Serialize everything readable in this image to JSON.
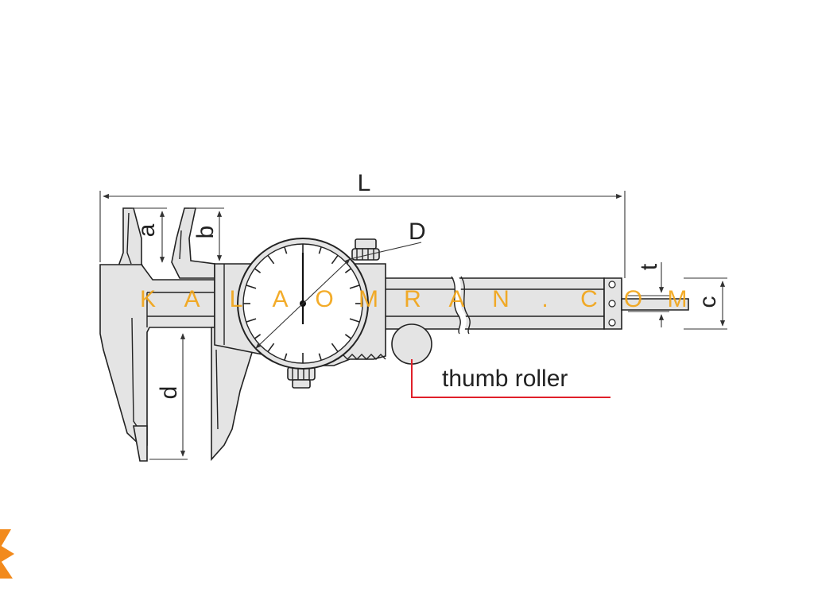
{
  "labels": {
    "length": "L",
    "inside_jaw_a": "a",
    "inside_jaw_b": "b",
    "dial_diameter": "D",
    "thickness": "t",
    "beam_height": "c",
    "outside_jaw_depth": "d",
    "thumb_roller": "thumb roller"
  },
  "watermark": {
    "text": [
      "K",
      "A",
      "L",
      "A",
      "O",
      "M",
      "R",
      "A",
      "N",
      ".",
      "C",
      "O",
      "M"
    ],
    "color": "#f2a518"
  },
  "colors": {
    "leader_line": "#e0202a",
    "logo": "#f28a1c",
    "part_fill": "#e4e4e4",
    "outline": "#222222"
  },
  "icons": {
    "logo": "kalaomran-k-logo"
  }
}
